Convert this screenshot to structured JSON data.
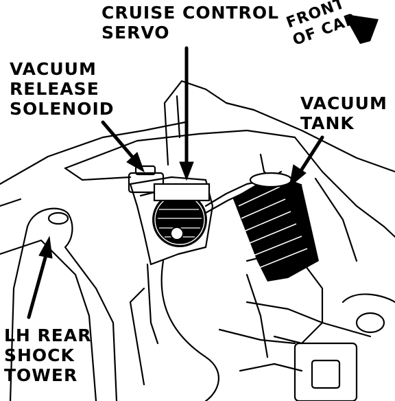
{
  "labels": {
    "cruise_control_servo": [
      "CRUISE CONTROL",
      "SERVO"
    ],
    "vacuum_release_solenoid": [
      "VACUUM",
      "RELEASE",
      "SOLENOID"
    ],
    "vacuum_tank": [
      "VACUUM",
      "TANK"
    ],
    "lh_rear_shock_tower": [
      "LH REAR",
      "SHOCK",
      "TOWER"
    ],
    "front_of_car": [
      "FRONT",
      "OF CAR"
    ]
  },
  "colors": {
    "ink": "#000000",
    "paper": "#ffffff"
  }
}
